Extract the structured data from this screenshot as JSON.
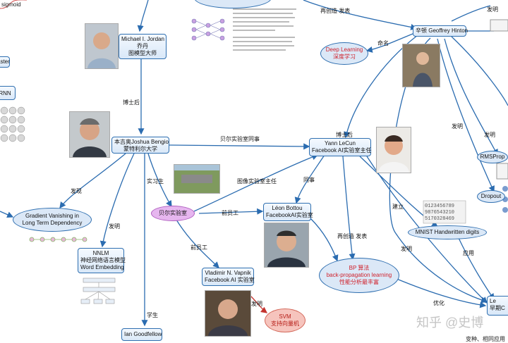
{
  "top_left_text": "sigmoid",
  "left_cut": {
    "caster": "aster",
    "rnn": "RNN"
  },
  "nodes": {
    "jordan": {
      "name": "Michael I. Jordan",
      "cn": "乔丹",
      "role": "图模型大师"
    },
    "bengio": {
      "name": "本吉奥Joshua Bengio",
      "role": "蒙特利尔大学"
    },
    "lecun": {
      "name": "Yann LeCun",
      "role": "Facebook AI实验室主任"
    },
    "hinton": {
      "name": "辛顿 Geoffrey Hinton"
    },
    "bottou": {
      "name": "Léon Bottou",
      "role": "FacebookAI实验室"
    },
    "vapnik": {
      "name": "Vladimir N. Vapnik",
      "role": "Facebook AI 实验室"
    },
    "nnlm": {
      "name": "NNLM",
      "cn": "神经网络语言模型",
      "en": "Word Embedding"
    },
    "goodfellow": {
      "name": "Ian Goodfellow"
    },
    "lecun_cut": {
      "l1": "Le",
      "l2": "早期C"
    }
  },
  "ellipses": {
    "deep_learning": {
      "l1": "Deep Learning",
      "l2": "深度学习"
    },
    "gradient": {
      "l1": "Gradient Vanishing in",
      "l2": "Long Term Dependency"
    },
    "bell_labs": {
      "l1": "贝尔实验室"
    },
    "bp": {
      "l1": "BP 算法",
      "l2": "back-propagation learning",
      "l3": "性能分析最丰富"
    },
    "svm": {
      "l1": "SVM",
      "l2": "支持向量机"
    },
    "mnist": {
      "l1": "MNIST Handwritten digits"
    },
    "rmsprop": {
      "l1": "RMSProp"
    },
    "dropout": {
      "l1": "Dropout"
    }
  },
  "edge_labels": {
    "postdoc": "博士后",
    "bell_colleague": "贝尔实验室同事",
    "intern": "实习生",
    "found": "发现",
    "invent_left": "发明",
    "image_lab_leader": "图像实验室主任",
    "former1": "前员工",
    "colleague": "同事",
    "former2": "前员工",
    "recreate_pub_lower": "再创造 发表",
    "invent_lower": "发明",
    "student": "学生",
    "establish": "建立",
    "invent_right": "发明",
    "apply": "应用",
    "optimize": "优化",
    "postdoc2": "博士后",
    "name_it": "命名",
    "recreate_pub_top": "再创造 发表",
    "invent_top": "发明",
    "invent_mid": "发明",
    "invent_svm": "发明"
  },
  "footer_text": "变种、相同应用",
  "watermark": "知乎 @史博",
  "colors": {
    "edge": "#2b6cb0",
    "node_border": "#2f6fb0",
    "red_text": "#d0212b"
  }
}
